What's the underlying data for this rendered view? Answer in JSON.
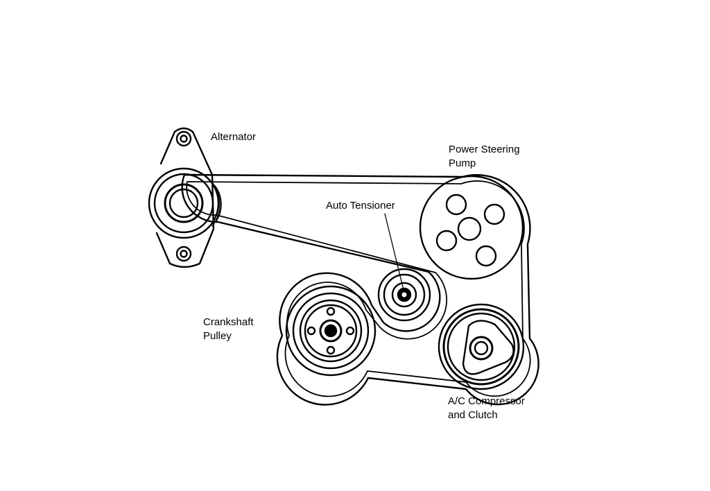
{
  "labels": {
    "alternator": "Alternator",
    "power_steering_pump": [
      "Power Steering",
      "Pump"
    ],
    "auto_tensioner": "Auto Tensioner",
    "crankshaft_pulley": [
      "Crankshaft",
      "Pulley"
    ],
    "ac_compressor": [
      "A/C Compressor",
      "and Clutch"
    ]
  },
  "colors": {
    "ink": "#000000",
    "paper": "#ffffff"
  }
}
